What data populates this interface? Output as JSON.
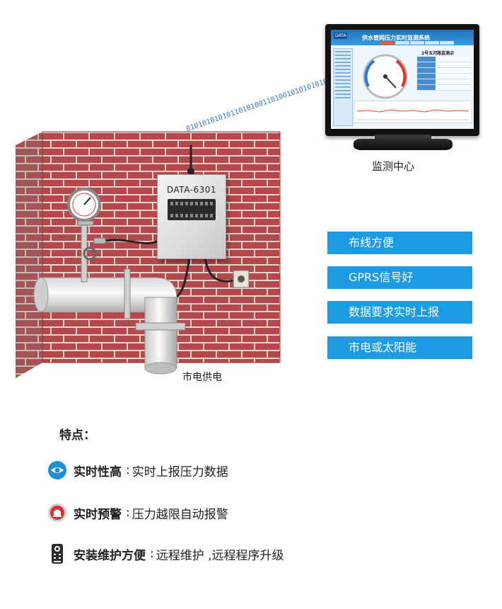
{
  "illustration": {
    "device_label": "DATA-6301",
    "binary_stream": "010101010101101010011010010101010101",
    "monitor_caption": "监测中心",
    "power_caption": "市电供电",
    "screen": {
      "brand": "DATA",
      "title": "供水管网压力实时监测系统",
      "subtitle": "2号五河路监测点"
    }
  },
  "tags": [
    {
      "label": "布线方便"
    },
    {
      "label": "GPRS信号好"
    },
    {
      "label": "数据要求实时上报"
    },
    {
      "label": "市电或太阳能"
    }
  ],
  "features": {
    "title": "特点：",
    "items": [
      {
        "icon": "eye-icon",
        "head": "实时性高",
        "sep": ":",
        "text": "实时上报压力数据"
      },
      {
        "icon": "alarm-icon",
        "head": "实时预警",
        "sep": ":",
        "text": "压力越限自动报警"
      },
      {
        "icon": "remote-control-icon",
        "head": "安装维护方便",
        "sep": ":",
        "text": "远程维护 ,远程程序升级"
      }
    ]
  },
  "colors": {
    "accent_blue": "#1c9be2",
    "brick": "#b5484b",
    "mortar": "#e9d3cf"
  }
}
